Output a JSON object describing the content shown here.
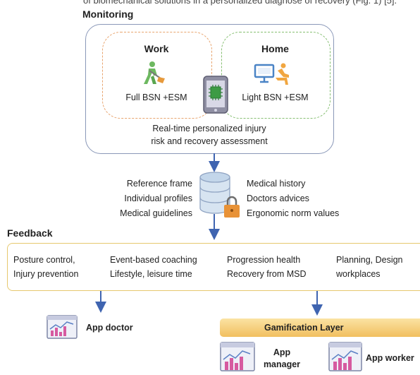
{
  "top_text": "of biomechanical solutions in a personalized diagnose of recovery (Fig. 1) [5].",
  "monitoring": {
    "title": "Monitoring",
    "work": {
      "title": "Work",
      "label": "Full BSN +ESM",
      "icon": "worker-shovel-icon"
    },
    "home": {
      "title": "Home",
      "label": "Light BSN +ESM",
      "icon": "monitor-chair-icon"
    },
    "device_icon": "smartphone-chip-icon",
    "assessment_line1": "Real-time personalized injury",
    "assessment_line2": "risk and recovery assessment"
  },
  "database": {
    "icon": "database-lock-icon",
    "left": [
      "Reference frame",
      "Individual profiles",
      "Medical guidelines"
    ],
    "right": [
      "Medical history",
      "Doctors advices",
      "Ergonomic norm values"
    ]
  },
  "feedback": {
    "title": "Feedback",
    "items": [
      {
        "line1": "Posture control,",
        "line2": "Injury prevention"
      },
      {
        "line1": "Event-based coaching",
        "line2": "Lifestyle, leisure time"
      },
      {
        "line1": "Progression health",
        "line2": "Recovery from MSD"
      },
      {
        "line1": "Planning, Design",
        "line2": "workplaces"
      }
    ]
  },
  "apps": {
    "doctor": "App doctor",
    "gamification": "Gamification Layer",
    "manager_line1": "App",
    "manager_line2": "manager",
    "worker": "App worker",
    "icon": "dashboard-chart-icon"
  },
  "colors": {
    "monitor_border": "#8a98b8",
    "work_dash": "#e8a46e",
    "home_dash": "#86bf72",
    "feedback_border": "#e6c86e",
    "arrow": "#3f64b0",
    "gamification": "#f5c96a"
  }
}
